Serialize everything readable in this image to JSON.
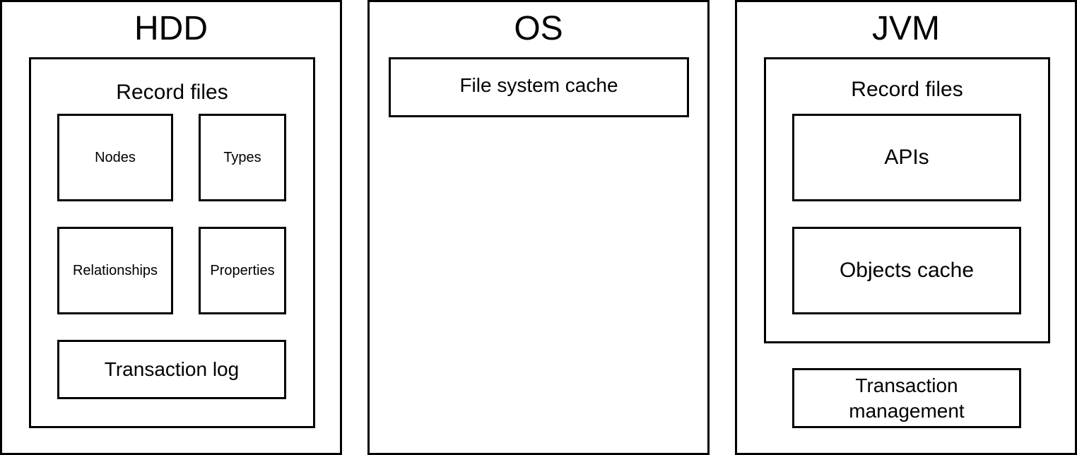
{
  "hdd": {
    "title": "HDD",
    "record_files": {
      "title": "Record files",
      "nodes": "Nodes",
      "types": "Types",
      "relationships": "Relationships",
      "properties": "Properties"
    },
    "transaction_log": "Transaction log"
  },
  "os": {
    "title": "OS",
    "file_system_cache": "File system cache"
  },
  "jvm": {
    "title": "JVM",
    "record_files": {
      "title": "Record files",
      "apis": "APIs",
      "objects_cache": "Objects cache"
    },
    "transaction_management_line1": "Transaction",
    "transaction_management_line2": "management"
  }
}
